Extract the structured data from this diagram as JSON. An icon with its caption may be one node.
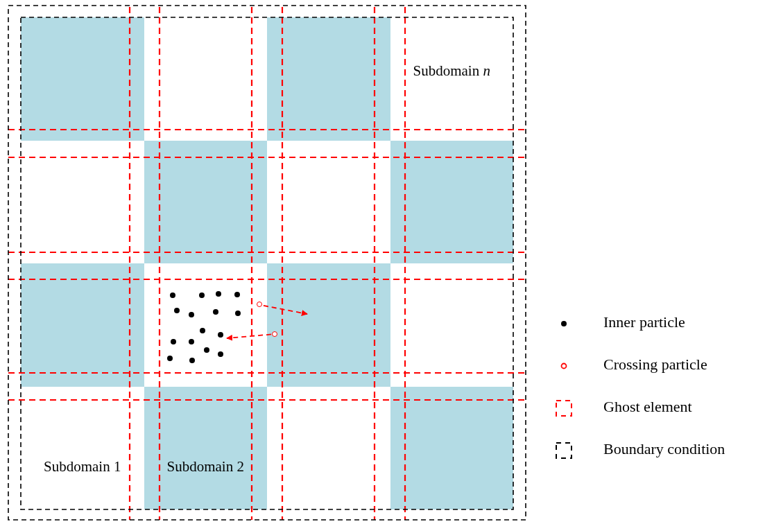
{
  "diagram": {
    "nodes": [
      {
        "text": [],
        "shape": "box"
      },
      {
        "text": [],
        "shape": "box"
      },
      {
        "text": [
          "Subdomain *n*"
        ]
      },
      {
        "text": [],
        "shape": "box"
      },
      {
        "text": [],
        "shape": "box"
      },
      {
        "text": [],
        "shape": "box"
      },
      {
        "text": [],
        "shape": "box"
      },
      {
        "text": [
          "Subdomain 1"
        ]
      },
      {
        "text": [
          "Subdomain 2"
        ]
      },
      {
        "text": [],
        "shape": "box"
      },
      {
        "text": [],
        "shape": "circle"
      },
      {
        "text": [],
        "shape": "circle",
        "in": 6
      }
    ],
    "edges": [
      {
        "from": 10,
        "to": null,
        "arrow": "to",
        "style": "dashed"
      },
      {
        "from": 11,
        "to": null,
        "arrow": "to",
        "style": "dashed"
      }
    ],
    "legend": [
      {
        "text": "Inner particle"
      },
      {
        "text": "Crossing particle"
      },
      {
        "text": "Ghost element"
      },
      {
        "text": "Boundary condition"
      }
    ]
  }
}
